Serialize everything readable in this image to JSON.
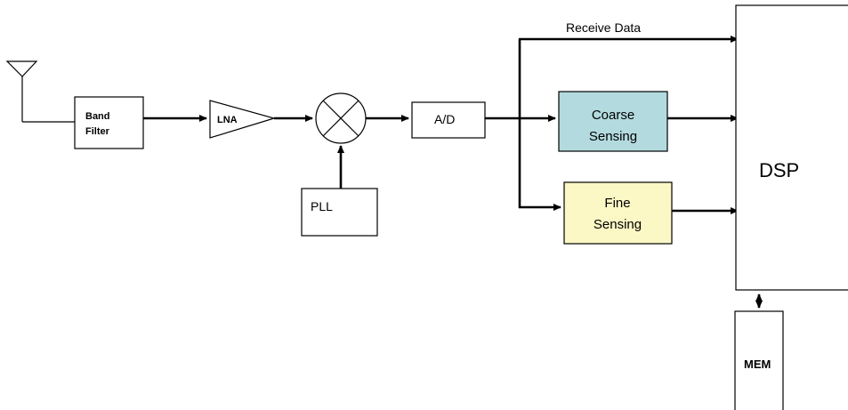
{
  "diagram": {
    "blocks": {
      "band_filter": {
        "line1": "Band",
        "line2": "Filter"
      },
      "lna": {
        "label": "LNA"
      },
      "pll": {
        "label": "PLL"
      },
      "ad": {
        "label": "A/D"
      },
      "coarse": {
        "line1": "Coarse",
        "line2": "Sensing"
      },
      "fine": {
        "line1": "Fine",
        "line2": "Sensing"
      },
      "dsp": {
        "label": "DSP"
      },
      "mem": {
        "label": "MEM"
      }
    },
    "edges": {
      "receive_data": "Receive Data"
    },
    "colors": {
      "coarse_fill": "#b3dbdf",
      "fine_fill": "#fbf8c5",
      "block_fill": "#ffffff",
      "stroke": "#000000"
    }
  }
}
